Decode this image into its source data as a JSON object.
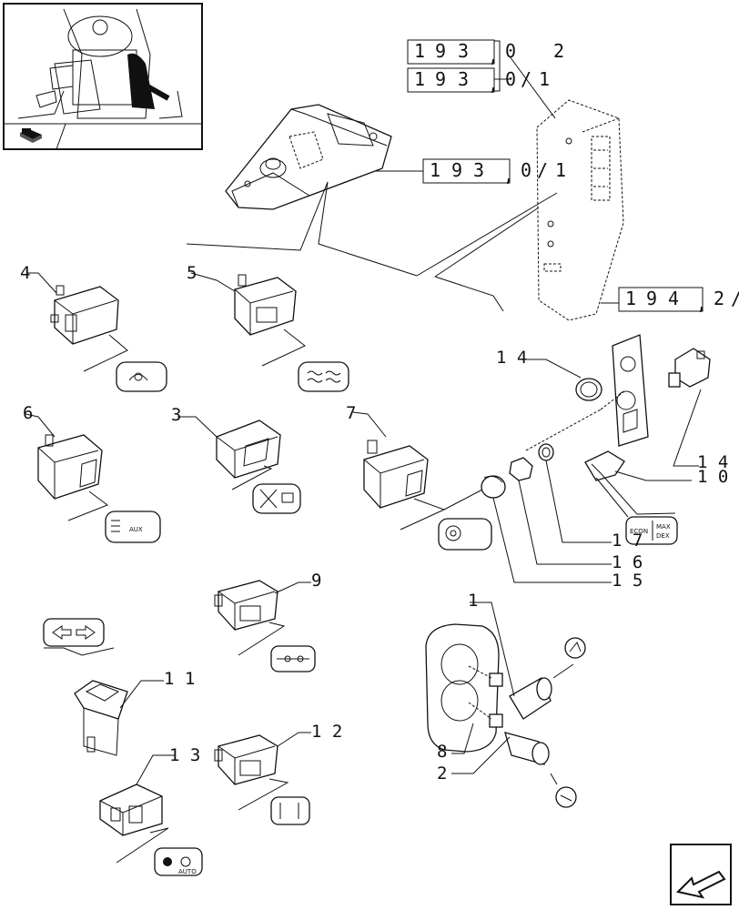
{
  "refs": {
    "r1": [
      "1",
      "9",
      "3",
      "0",
      "2"
    ],
    "r2": [
      "1",
      "9",
      "3",
      "0",
      "1"
    ],
    "r3": [
      "1",
      "9",
      "3",
      "0",
      "1"
    ],
    "r4": [
      "1",
      "9",
      "4",
      "2"
    ]
  },
  "callouts": {
    "c1": "1",
    "c2": "2",
    "c3": "3",
    "c4": "4",
    "c5": "5",
    "c6": "6",
    "c7": "7",
    "c8": "8",
    "c9": "9",
    "c10": "1 0",
    "c11": "1 1",
    "c12": "1 2",
    "c13": "1 3",
    "c14a": "1 4",
    "c14b": "1 4",
    "c15": "1 5",
    "c16": "1 6",
    "c17": "1 7"
  },
  "decals": {
    "econ": "ECON",
    "max": "MAX",
    "dex": "DEX",
    "aux": "AUX",
    "auto": "AUTO"
  },
  "icons": {
    "thumbnail": "tractor-cab-thumbnail",
    "book": "book-icon",
    "next": "next-page-arrow-icon"
  }
}
